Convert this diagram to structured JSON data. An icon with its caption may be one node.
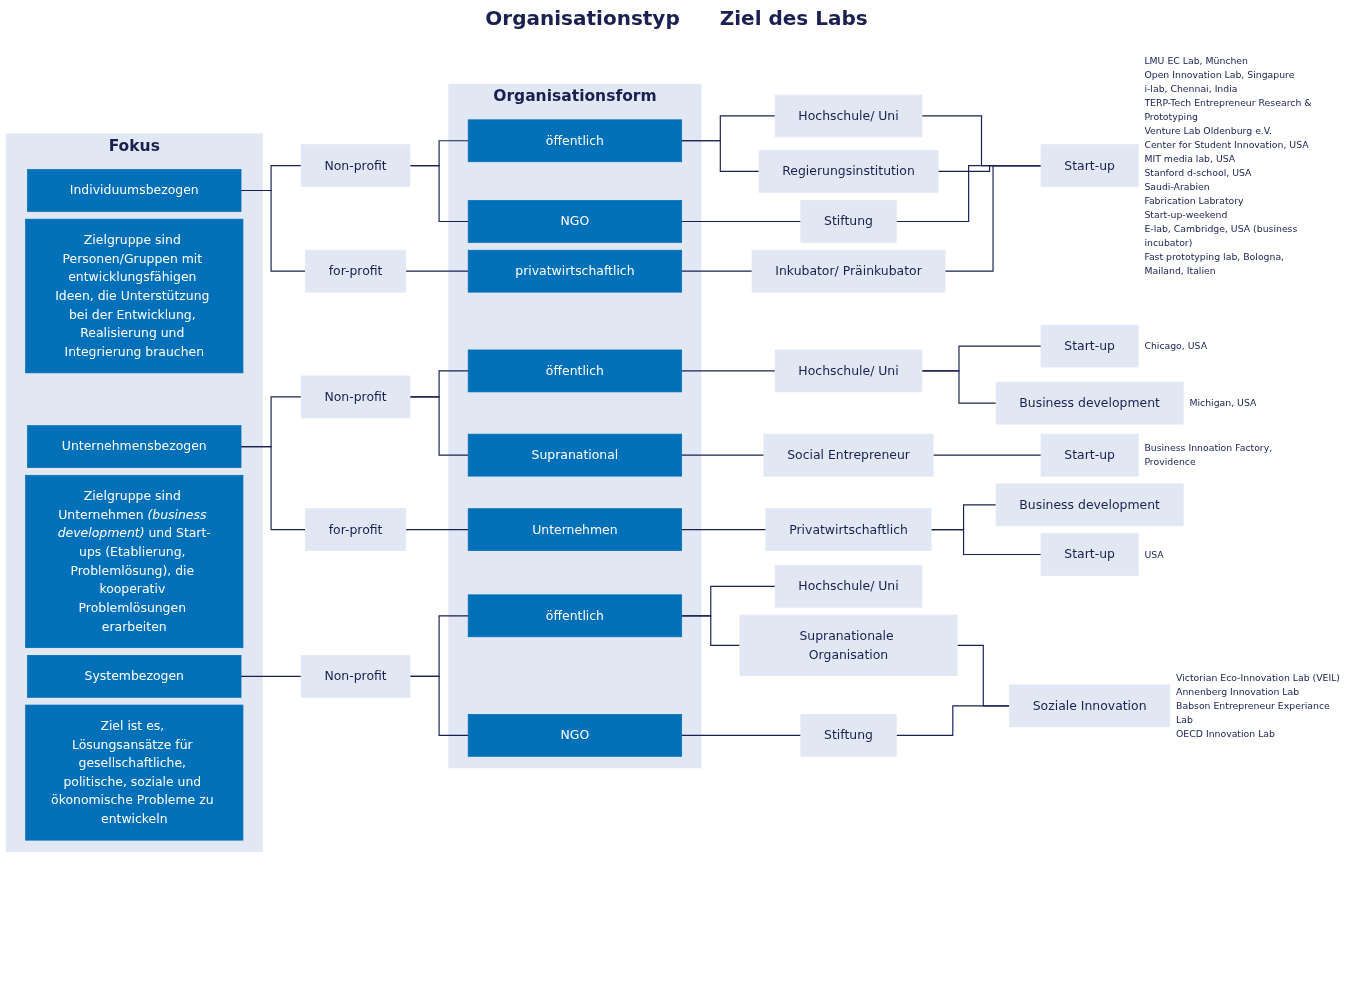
{
  "diagram": {
    "nodes": [
      {
        "text": [
          "Fokus"
        ]
      },
      {
        "text": [
          "Individuumsbezogen"
        ],
        "in": 0
      },
      {
        "text": [
          "Zielgruppe sind Personen/Gruppen mit entwicklungsfähigen Ideen, die Unterstützung bei der Entwicklung, Realisierung und Integrierung brauchen"
        ],
        "in": 0
      },
      {
        "text": [
          "Unternehmensbezogen"
        ],
        "in": 0
      },
      {
        "text": [
          "Zielgruppe sind Unternehmen *(business development)* und Start-ups (Etablierung, Problemlösung), die kooperativ Problemlösungen erarbeiten"
        ],
        "in": 0
      },
      {
        "text": [
          "Systembezogen"
        ],
        "in": 0
      },
      {
        "text": [
          "Ziel ist es, Lösungsansätze für gesellschaftliche, politische, soziale und ökonomische Probleme zu entwickeln"
        ],
        "in": 0
      },
      {
        "text": [
          "Non-profit"
        ]
      },
      {
        "text": [
          "for-profit"
        ]
      },
      {
        "text": [
          "Non-profit"
        ]
      },
      {
        "text": [
          "for-profit"
        ]
      },
      {
        "text": [
          "Non-profit"
        ]
      },
      {
        "text": [
          "Organisationsform"
        ]
      },
      {
        "text": [
          "öffentlich"
        ],
        "in": 12
      },
      {
        "text": [
          "NGO"
        ],
        "in": 12
      },
      {
        "text": [
          "privatwirtschaftlich"
        ],
        "in": 12
      },
      {
        "text": [
          "öffentlich"
        ],
        "in": 12
      },
      {
        "text": [
          "Supranational"
        ],
        "in": 12
      },
      {
        "text": [
          "Unternehmen"
        ],
        "in": 12
      },
      {
        "text": [
          "öffentlich"
        ],
        "in": 12
      },
      {
        "text": [
          "NGO"
        ],
        "in": 12
      },
      {
        "text": [
          "Hochschule/ Uni"
        ]
      },
      {
        "text": [
          "Regierungsinstitution"
        ]
      },
      {
        "text": [
          "Stiftung"
        ]
      },
      {
        "text": [
          "Inkubator/ Präinkubator"
        ]
      },
      {
        "text": [
          "Hochschule/ Uni"
        ]
      },
      {
        "text": [
          "Social Entrepreneur"
        ]
      },
      {
        "text": [
          "Privatwirtschaftlich"
        ]
      },
      {
        "text": [
          "Hochschule/ Uni"
        ]
      },
      {
        "text": [
          "Supranationale Organisation"
        ]
      },
      {
        "text": [
          "Stiftung"
        ]
      },
      {
        "text": [
          "Start-up"
        ],
        "beside": [
          "LMU EC Lab, München",
          "Open Innovation Lab, Singapure",
          "i-lab, Chennai, India",
          "TERP-Tech Entrepreneur Research & Prototyping",
          "Venture Lab Oldenburg e.V.",
          "Center for Student Innovation, USA",
          "MIT media lab, USA",
          "Stanford d-school, USA",
          "Saudi-Arabien",
          "Fabrication Labratory",
          "Start-up-weekend",
          "E-lab, Cambridge, USA (business incubator)",
          "Fast prototyping lab, Bologna, Mailand, Italien"
        ]
      },
      {
        "text": [
          "Start-up"
        ],
        "beside": [
          "Chicago, USA"
        ]
      },
      {
        "text": [
          "Business development"
        ],
        "beside": [
          "Michigan, USA"
        ]
      },
      {
        "text": [
          "Start-up"
        ],
        "beside": [
          "Business Innoation Factory, Providence"
        ]
      },
      {
        "text": [
          "Business development"
        ]
      },
      {
        "text": [
          "Start-up"
        ],
        "beside": [
          "USA"
        ]
      },
      {
        "text": [
          "Soziale Innovation"
        ],
        "beside": [
          "Victorian Eco-Innovation Lab (VEIL)",
          "Annenberg Innovation Lab",
          "Babson Entrepreneur Experiance Lab",
          "OECD Innovation Lab"
        ]
      }
    ],
    "edges": [
      {
        "from": 1,
        "to": 7,
        "arrow": "none"
      },
      {
        "from": 1,
        "to": 8,
        "arrow": "none"
      },
      {
        "from": 7,
        "to": 13,
        "arrow": "none"
      },
      {
        "from": 7,
        "to": 14,
        "arrow": "none"
      },
      {
        "from": 8,
        "to": 15,
        "arrow": "none"
      },
      {
        "from": 13,
        "to": 21,
        "arrow": "none"
      },
      {
        "from": 13,
        "to": 22,
        "arrow": "none"
      },
      {
        "from": 14,
        "to": 23,
        "arrow": "none"
      },
      {
        "from": 15,
        "to": 24,
        "arrow": "none"
      },
      {
        "from": 21,
        "to": 31,
        "arrow": "none"
      },
      {
        "from": 22,
        "to": 31,
        "arrow": "none"
      },
      {
        "from": 23,
        "to": 31,
        "arrow": "none"
      },
      {
        "from": 24,
        "to": 31,
        "arrow": "none"
      },
      {
        "from": 3,
        "to": 9,
        "arrow": "none"
      },
      {
        "from": 3,
        "to": 10,
        "arrow": "none"
      },
      {
        "from": 9,
        "to": 16,
        "arrow": "none"
      },
      {
        "from": 9,
        "to": 17,
        "arrow": "none"
      },
      {
        "from": 10,
        "to": 18,
        "arrow": "none"
      },
      {
        "from": 16,
        "to": 25,
        "arrow": "none"
      },
      {
        "from": 17,
        "to": 26,
        "arrow": "none"
      },
      {
        "from": 18,
        "to": 27,
        "arrow": "none"
      },
      {
        "from": 25,
        "to": 32,
        "arrow": "none"
      },
      {
        "from": 25,
        "to": 33,
        "arrow": "none"
      },
      {
        "from": 26,
        "to": 34,
        "arrow": "none"
      },
      {
        "from": 27,
        "to": 35,
        "arrow": "none"
      },
      {
        "from": 27,
        "to": 36,
        "arrow": "none"
      },
      {
        "from": 5,
        "to": 11,
        "arrow": "none"
      },
      {
        "from": 11,
        "to": 19,
        "arrow": "none"
      },
      {
        "from": 11,
        "to": 20,
        "arrow": "none"
      },
      {
        "from": 19,
        "to": 28,
        "arrow": "none"
      },
      {
        "from": 19,
        "to": 29,
        "arrow": "none"
      },
      {
        "from": 20,
        "to": 30,
        "arrow": "none"
      },
      {
        "from": 29,
        "to": 37,
        "arrow": "none"
      },
      {
        "from": 30,
        "to": 37,
        "arrow": "none"
      }
    ],
    "labels": [
      "Organisationstyp",
      "Ziel des Labs"
    ]
  }
}
